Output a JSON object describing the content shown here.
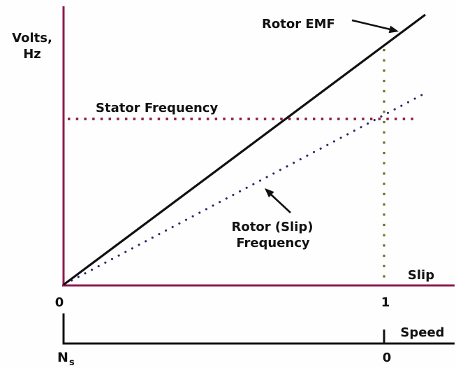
{
  "colors": {
    "axis": "#8e1a4e",
    "rotor_emf": "#111111",
    "stator_frequency": "#8e1a3c",
    "rotor_slip_frequency": "#28286e",
    "slip_one_guide": "#6f6f1d",
    "speed_axis": "#111111",
    "text": "#111111",
    "background": "#fefefe",
    "arrow": "#111111"
  },
  "labels": {
    "y_axis_line1": "Volts,",
    "y_axis_line2": "Hz",
    "stator_frequency": "Stator Frequency",
    "rotor_emf": "Rotor EMF",
    "rotor_slip_line1": "Rotor (Slip)",
    "rotor_slip_line2": "Frequency",
    "slip_axis": "Slip",
    "slip_zero": "0",
    "slip_one": "1",
    "speed_axis": "Speed",
    "speed_origin_main": "N",
    "speed_origin_sub": "s",
    "speed_zero": "0"
  },
  "chart_data": {
    "type": "line",
    "title": "",
    "xlabel": "Slip",
    "ylabel": "Volts, Hz",
    "x_ticks": [
      {
        "x": 0,
        "label": "0"
      },
      {
        "x": 1,
        "label": "1"
      }
    ],
    "y_ticks": [],
    "y_scale_note": "no numeric y scale shown; values normalized so Stator Frequency = 1.0",
    "grid": false,
    "legend_position": "inline-annotations",
    "series": [
      {
        "name": "Rotor EMF",
        "style": "solid",
        "color": "#111111",
        "points": [
          [
            0,
            0
          ],
          [
            1.13,
            1.63
          ]
        ]
      },
      {
        "name": "Rotor (Slip) Frequency",
        "style": "dotted",
        "color": "#28286e",
        "points": [
          [
            0,
            0
          ],
          [
            1.14,
            1.16
          ]
        ]
      },
      {
        "name": "Stator Frequency",
        "style": "dotted",
        "color": "#8e1a3c",
        "points": [
          [
            0.01,
            1.0
          ],
          [
            1.1,
            1.0
          ]
        ]
      }
    ],
    "annotations": [
      {
        "type": "vline",
        "x": 1.0,
        "y_from": 0,
        "y_to": 1.43,
        "style": "dotted",
        "color": "#6f6f1d"
      },
      {
        "type": "arrow",
        "label": "Rotor EMF",
        "points_to_series": "Rotor EMF"
      },
      {
        "type": "arrow",
        "label": "Rotor (Slip) Frequency",
        "points_to_series": "Rotor (Slip) Frequency"
      }
    ],
    "secondary_x_axis": {
      "label": "Speed",
      "ticks": [
        {
          "at_slip": 0,
          "label": "Ns"
        },
        {
          "at_slip": 1,
          "label": "0"
        }
      ]
    }
  }
}
